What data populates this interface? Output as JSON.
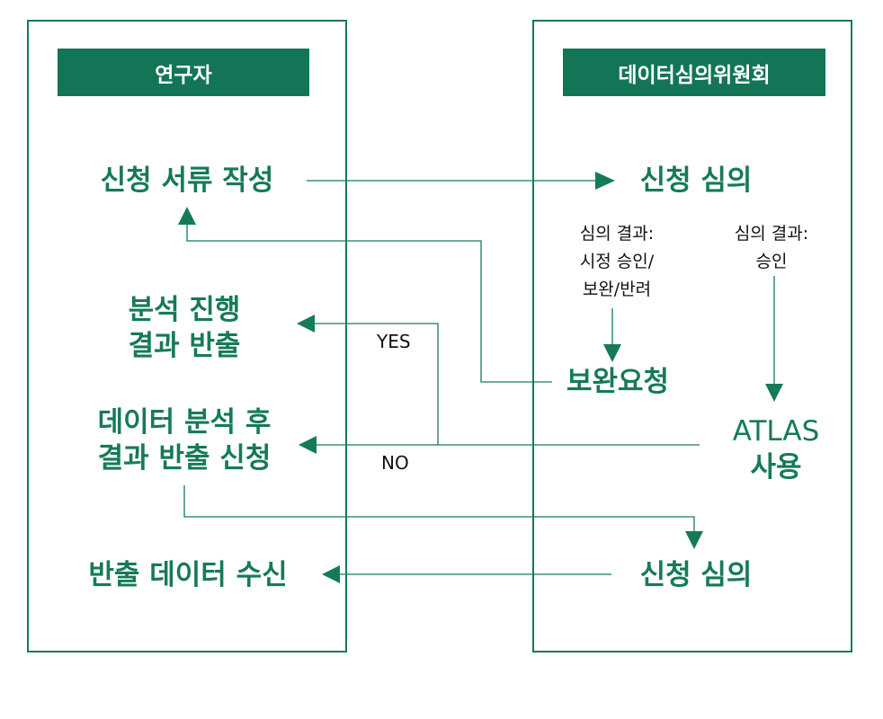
{
  "columns": {
    "researcher": {
      "header": "연구자"
    },
    "committee": {
      "header": "데이터심의위원회"
    }
  },
  "nodes": {
    "write_application": "신청 서류 작성",
    "analysis_result_export": [
      "분석 진행",
      "결과 반출"
    ],
    "post_analysis_export_request": [
      "데이터 분석 후",
      "결과 반출 신청"
    ],
    "receive_exported_data": "반출 데이터 수신",
    "application_review": "신청 심의",
    "supplement_request": "보완요청",
    "atlas_use": [
      "ATLAS",
      "사용"
    ],
    "export_review": "신청 심의"
  },
  "annotations": {
    "review_result_partial": [
      "심의 결과:",
      "시정 승인/",
      "보완/반려"
    ],
    "review_result_approved": [
      "심의 결과:",
      "승인"
    ]
  },
  "edge_labels": {
    "yes": "YES",
    "no": "NO"
  },
  "colors": {
    "accent": "#167a58",
    "header_bg": "#137556",
    "header_text": "#ffffff",
    "label_text": "#111111"
  }
}
